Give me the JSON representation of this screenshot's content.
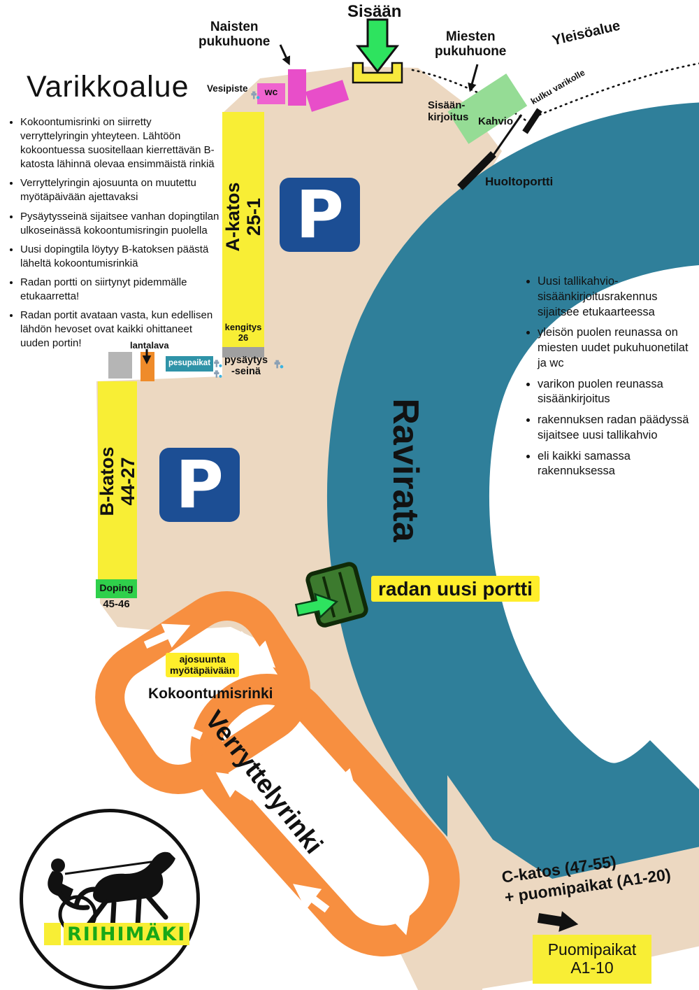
{
  "title": "Varikkoalue",
  "left_notes": [
    "Kokoontumisrinki on siirretty verryttelyringin yhteyteen. Lähtöön kokoontuessa suositellaan kierrettävän B-katosta lähinnä olevaa ensimmäistä rinkiä",
    "Verryttelyringin ajosuunta on muutettu myötäpäivään ajettavaksi",
    "Pysäytysseinä sijaitsee vanhan dopingtilan ulkoseinässä kokoontumisringin puolella",
    "Uusi dopingtila löytyy B-katoksen päästä läheltä kokoontumisrinkiä",
    "Radan portti on siirtynyt pidemmälle etukaarretta!",
    "Radan portit avataan vasta, kun edellisen lähdön hevoset ovat kaikki ohittaneet uuden portin!"
  ],
  "right_notes": [
    "Uusi tallikahvio-sisäänkirjoitusrakennus sijaitsee etukaarteessa",
    "yleisön puolen reunassa on miesten uudet pukuhuonetilat ja wc",
    "varikon puolen reunassa sisäänkirjoitus",
    "rakennuksen radan päädyssä sijaitsee uusi tallikahvio",
    "eli kaikki samassa rakennuksessa"
  ],
  "top": {
    "sisaan": "Sisään",
    "naisten_l1": "Naisten",
    "naisten_l2": "pukuhuone",
    "miesten_l1": "Miesten",
    "miesten_l2": "pukuhuone",
    "yleisoalue": "Yleisöalue",
    "vesipiste": "Vesipiste",
    "wc": "wc",
    "sisaankirjoitus_l1": "Sisään-",
    "sisaankirjoitus_l2": "kirjoitus",
    "kahvio": "Kahvio",
    "kulku_varikolle": "kulku varikolle",
    "huoltoportti": "Huoltoportti"
  },
  "varikko": {
    "a_katos_l1": "A-katos",
    "a_katos_l2": "25-1",
    "kengitys_l1": "kengitys",
    "kengitys_l2": "26",
    "pysaytys_l1": "pysäytys",
    "pysaytys_l2": "-seinä",
    "lantalava": "lantalava",
    "pesupaikat": "pesupaikat",
    "b_katos_l1": "B-katos",
    "b_katos_l2": "44-27",
    "doping_l1": "Doping",
    "doping_l2": "45-46",
    "parking": "P"
  },
  "track": {
    "ravirata": "Ravirata",
    "radan_uusi_portti": "radan uusi portti"
  },
  "rings": {
    "ajosuunta_l1": "ajosuunta",
    "ajosuunta_l2": "myötäpäivään",
    "kokoontumisrinki": "Kokoontumisrinki",
    "verryttelyrinki": "Verryttelyrinki"
  },
  "bottom": {
    "c_katos_l1": "C-katos (47-55)",
    "c_katos_l2": "+ puomipaikat (A1-20)",
    "puomipaikat_l1": "Puomipaikat",
    "puomipaikat_l2": "A1-10"
  },
  "logo": {
    "text": "RIIHIMÄKI"
  },
  "colors": {
    "track_teal": "#2f7f9a",
    "paddock_tan": "#ecd8c1",
    "ring_orange": "#f78f40",
    "katos_yellow": "#f8ee35",
    "highlight_yellow": "#ffee2b",
    "parking_blue": "#1c4e94",
    "entry_green": "#2ee35f",
    "kahvio_green": "#95dc95",
    "doping_green": "#2fd04b",
    "gate_green": "#3c7a2e",
    "pink_magenta": "#e957cb",
    "wash_teal": "#2f93a8",
    "logo_green": "#18a818"
  }
}
